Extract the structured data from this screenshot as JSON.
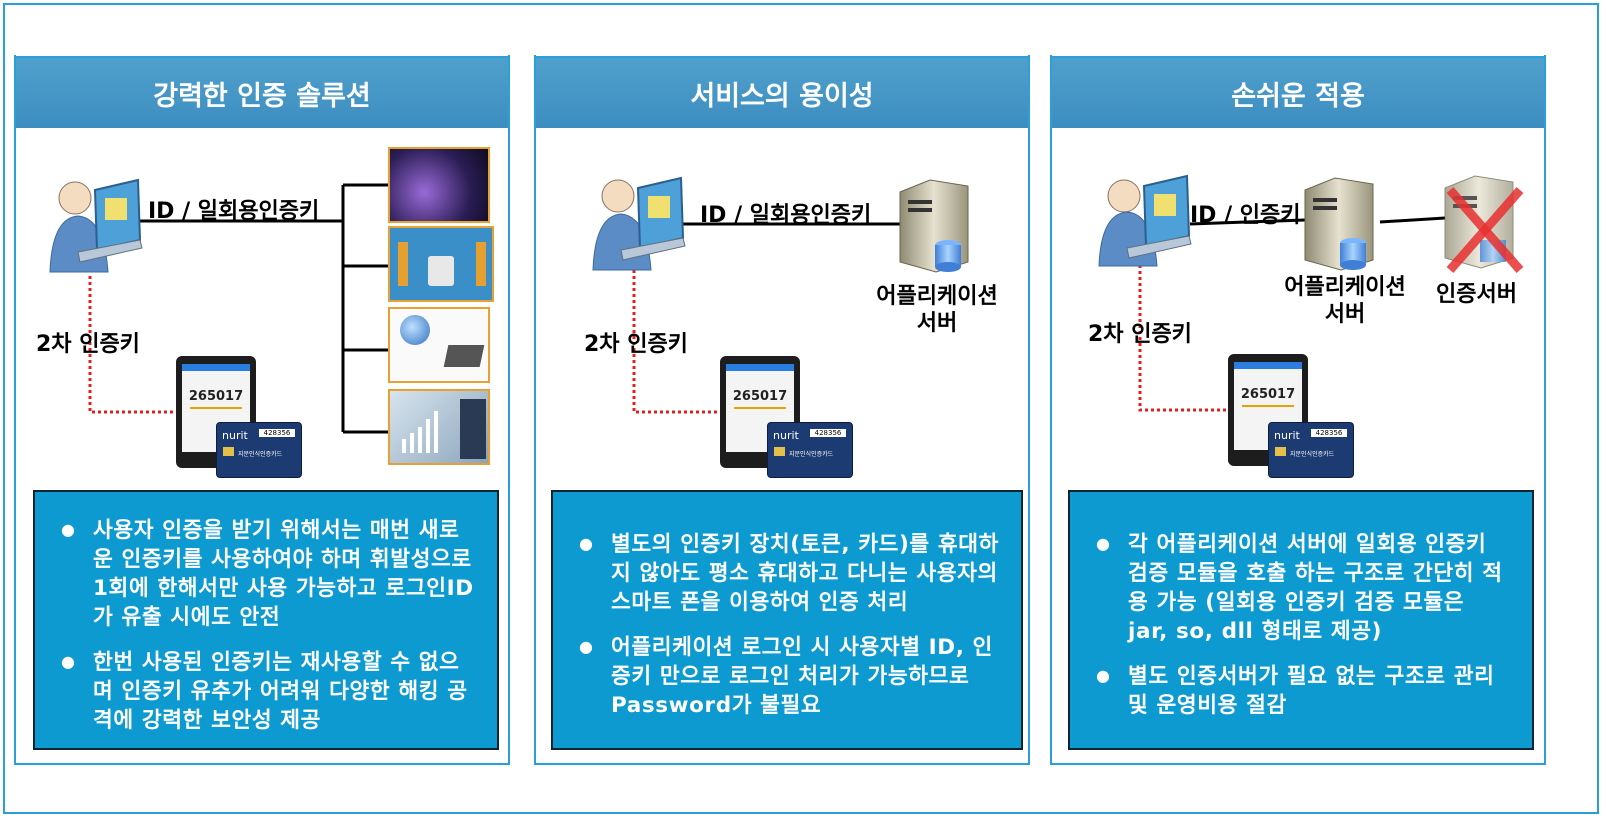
{
  "panels": [
    {
      "title": "강력한 인증 솔루션",
      "top_label": "ID / 일회용인증키",
      "side_label": "2차 인증키",
      "bullets": [
        "사용자 인증을 받기 위해서는 매번 새로운 인증키를 사용하여야 하며 휘발성으로 1회에 한해서만 사용 가능하고 로그인ID가 유출 시에도 안전",
        "한번 사용된 인증키는 재사용할 수 없으며 인증키 유추가 어려워 다양한 해킹 공격에 강력한 보안성 제공"
      ]
    },
    {
      "title": "서비스의 용이성",
      "top_label": "ID / 일회용인증키",
      "side_label": "2차 인증키",
      "server_label_1": "어플리케이션",
      "server_label_2": "서버",
      "bullets": [
        "별도의 인증키 장치(토큰, 카드)를 휴대하지 않아도 평소 휴대하고 다니는 사용자의 스마트 폰을 이용하여 인증 처리",
        "어플리케이션  로그인 시 사용자별 ID, 인증키 만으로 로그인 처리가 가능하므로 Password가 불필요"
      ]
    },
    {
      "title": "손쉬운 적용",
      "top_label": "ID / 인증키",
      "side_label": "2차 인증키",
      "server_label_1": "어플리케이션",
      "server_label_2": "서버",
      "auth_server_label": "인증서버",
      "bullets": [
        "각 어플리케이션 서버에  일회용 인증키 검증  모듈을 호출  하는 구조로 간단히 적용 가능 (일회용 인증키 검증 모듈은 jar, so, dll 형태로 제공)",
        "별도 인증서버가 필요 없는 구조로  관리 및 운영비용 절감"
      ]
    }
  ],
  "device": {
    "otp_code": "265017",
    "card_brand": "nurit",
    "card_number": "428356",
    "card_text": "지문인식인증카드"
  },
  "colors": {
    "header": "#4396c6",
    "info_box": "#0d9ad0",
    "frame": "#2aa0d8",
    "dotted_line": "#e02020"
  }
}
